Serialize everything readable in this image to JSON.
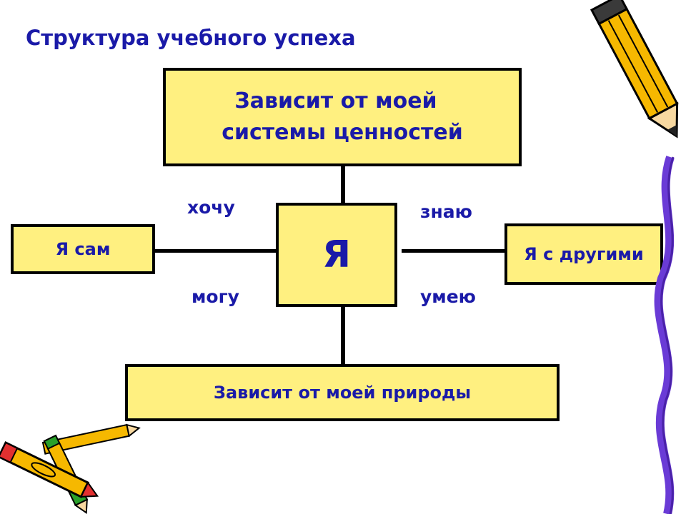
{
  "title": "Структура учебного успеха",
  "boxes": {
    "top_line1": "Зависит от моей",
    "top_line2": "системы ценностей",
    "center": "Я",
    "left": "Я сам",
    "right": "Я с другими",
    "bottom": "Зависит от моей природы"
  },
  "labels": {
    "hochu": "хочу",
    "znayu": "знаю",
    "mogu": "могу",
    "umeyu": "умею"
  },
  "colors": {
    "box_fill": "#fff080",
    "text": "#1a1aa8",
    "border": "#000000",
    "ribbon": "#6a3bd6"
  },
  "icons": [
    "pencil-icon",
    "crayons-icon",
    "ribbon-decoration"
  ]
}
